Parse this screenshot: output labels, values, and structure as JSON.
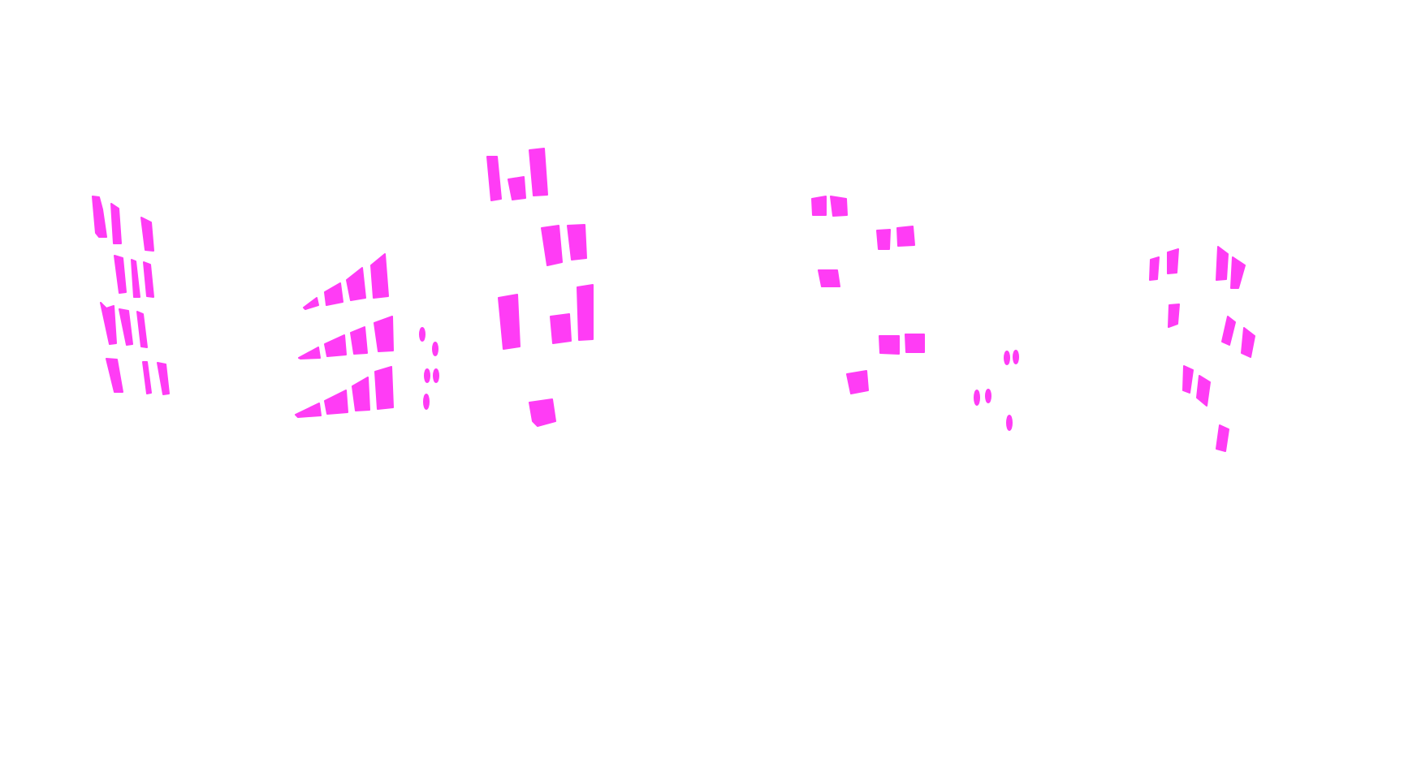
{
  "background_color": "#ffffff",
  "window_color": "#ff3cf5",
  "description_name": "magenta-window-shapes",
  "groups": [
    {
      "name": "window-group-far-left"
    },
    {
      "name": "window-group-fan"
    },
    {
      "name": "window-group-dots-left"
    },
    {
      "name": "window-group-tall"
    },
    {
      "name": "window-group-center"
    },
    {
      "name": "window-group-dots-right"
    },
    {
      "name": "window-group-right"
    }
  ]
}
